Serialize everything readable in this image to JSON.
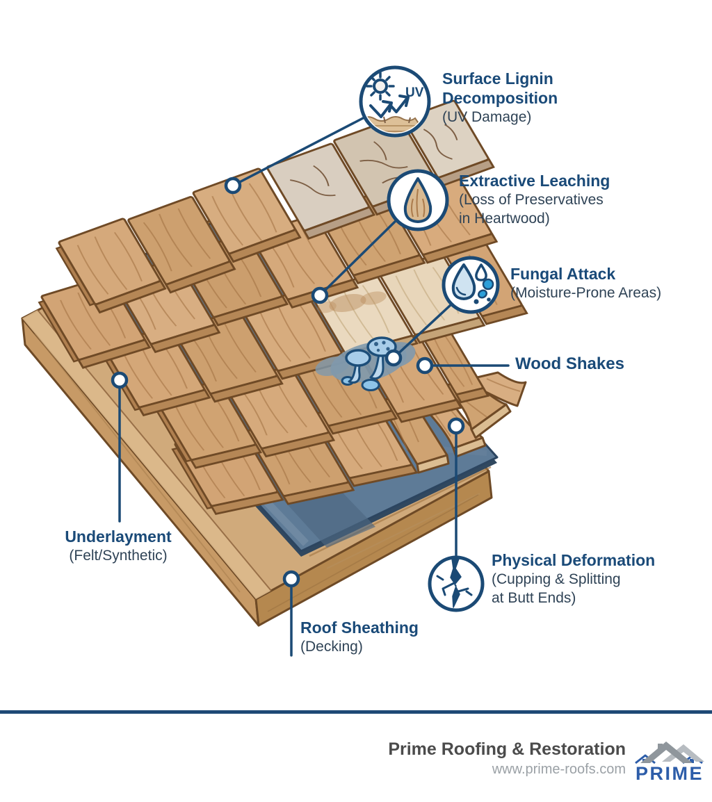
{
  "callouts": {
    "surface_lignin": {
      "icon": "sun-uv-icon",
      "title_lines": [
        "Surface Lignin",
        "Decomposition"
      ],
      "subtitle_lines": [
        "(UV Damage)"
      ]
    },
    "extractive_leaching": {
      "icon": "wood-droplet-icon",
      "title_lines": [
        "Extractive Leaching"
      ],
      "subtitle_lines": [
        "(Loss of Preservatives",
        "in Heartwood)"
      ]
    },
    "fungal_attack": {
      "icon": "moisture-droplets-icon",
      "title_lines": [
        "Fungal Attack"
      ],
      "subtitle_lines": [
        "(Moisture-Prone Areas)"
      ]
    },
    "wood_shakes": {
      "title_lines": [
        "Wood Shakes"
      ]
    },
    "underlayment": {
      "title_lines": [
        "Underlayment"
      ],
      "subtitle_lines": [
        "(Felt/Synthetic)"
      ]
    },
    "physical_deformation": {
      "icon": "crack-icon",
      "title_lines": [
        "Physical Deformation"
      ],
      "subtitle_lines": [
        "(Cupping & Splitting",
        "at Butt Ends)"
      ]
    },
    "roof_sheathing": {
      "title_lines": [
        "Roof Sheathing"
      ],
      "subtitle_lines": [
        "(Decking)"
      ]
    }
  },
  "icon_text": {
    "uv": "UV"
  },
  "footer": {
    "company": "Prime Roofing & Restoration",
    "website": "www.prime-roofs.com",
    "logo_text": "PRIME"
  },
  "colors": {
    "accent_navy": "#1b4a75",
    "heading": "#1a4a78",
    "subtitle": "#2f4356",
    "wood_shake": "#d2a477",
    "wood_sheathing": "#d0aa7b",
    "underlayment_blue": "#5e7b97",
    "moisture_blue": "#2d9fd8",
    "divider": "#1e4976",
    "logo_blue": "#2d5da9",
    "company_gray": "#4b4b4b",
    "website_gray": "#9ba1a6"
  }
}
